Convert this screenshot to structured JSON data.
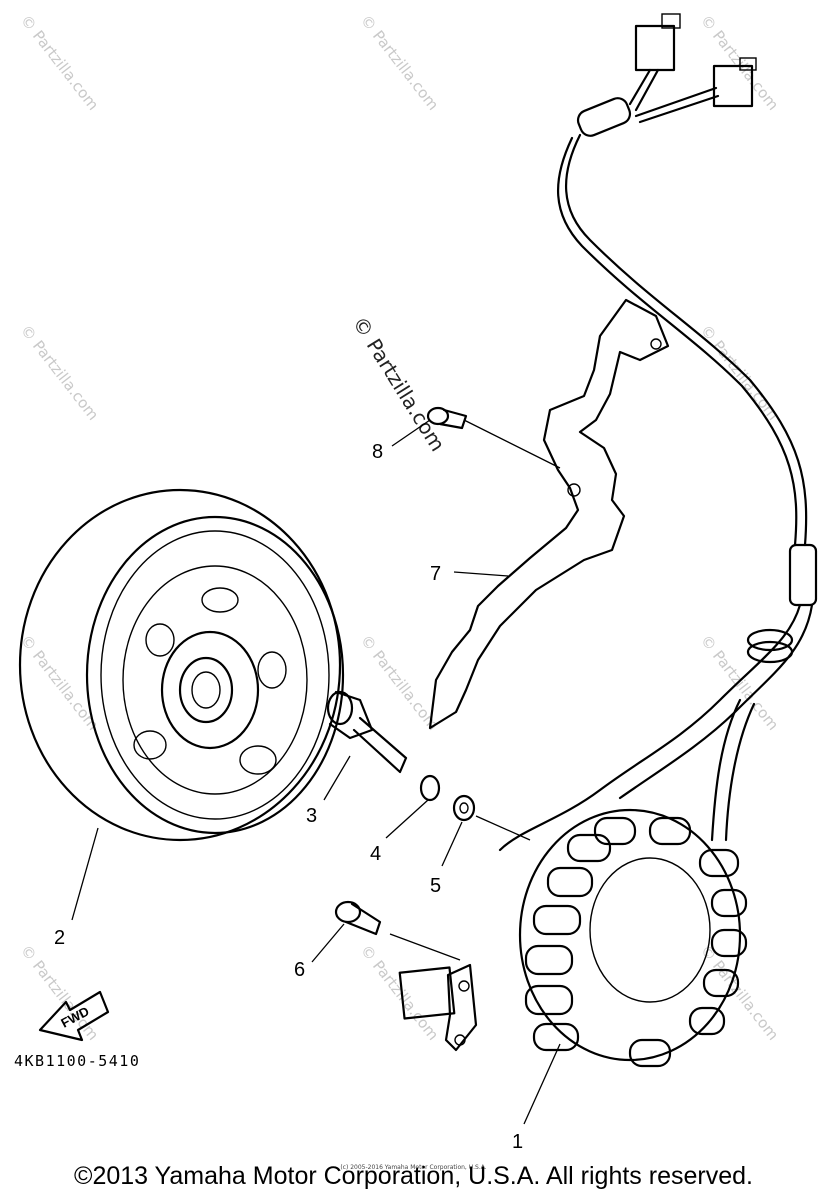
{
  "diagram": {
    "callouts": [
      "1",
      "2",
      "3",
      "4",
      "5",
      "6",
      "7",
      "8"
    ],
    "fwd_label": "FWD",
    "diagram_code": "4KB1100-5410",
    "watermark": "© Partzilla.com",
    "copyright": "©2013 Yamaha Motor Corporation, U.S.A. All rights reserved.",
    "fine_print": "(c) 2005-2016 Yamaha Motor Corporation, U.S.A."
  }
}
